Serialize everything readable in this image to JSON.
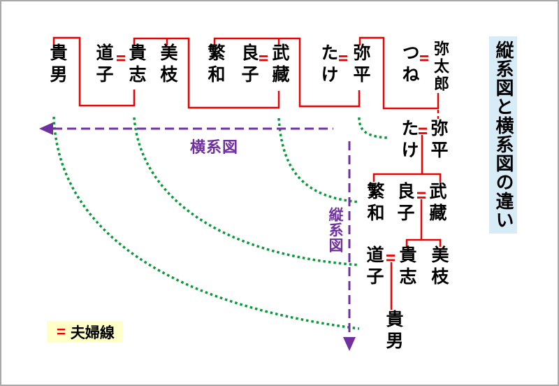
{
  "page": {
    "title": "縦系図と横系図の違い",
    "background": "#FFFFFF",
    "border_color": "#A9A9A9"
  },
  "colors": {
    "family_line": "#FF0000",
    "generation_curve": "#089A38",
    "direction_arrow": "#7030A0",
    "title_background": "#D8ECF8",
    "legend_background": "#FFFFC8",
    "text": "#000000"
  },
  "labels": {
    "horizontal_diagram": "横系図",
    "vertical_diagram": "縦系図"
  },
  "legend": {
    "symbol": "=",
    "text": "夫婦線"
  },
  "horizontal_tree": {
    "people": [
      "貴男",
      "道子",
      "貴志",
      "美枝",
      "繁和",
      "良子",
      "武藏",
      "たけ",
      "弥平",
      "つね",
      "弥太郎"
    ],
    "couples": [
      "道子=貴志",
      "良子=武藏",
      "たけ=弥平",
      "つね=弥太郎"
    ]
  },
  "vertical_tree": {
    "people": [
      "たけ",
      "弥平",
      "繁和",
      "良子",
      "武藏",
      "道子",
      "貴志",
      "美枝",
      "貴男"
    ],
    "couples": [
      "たけ=弥平",
      "良子=武藏",
      "道子=貴志"
    ],
    "rows": [
      [
        "たけ",
        "弥平"
      ],
      [
        "繁和",
        "良子",
        "武藏"
      ],
      [
        "道子",
        "貴志",
        "美枝"
      ],
      [
        "貴男"
      ]
    ]
  }
}
